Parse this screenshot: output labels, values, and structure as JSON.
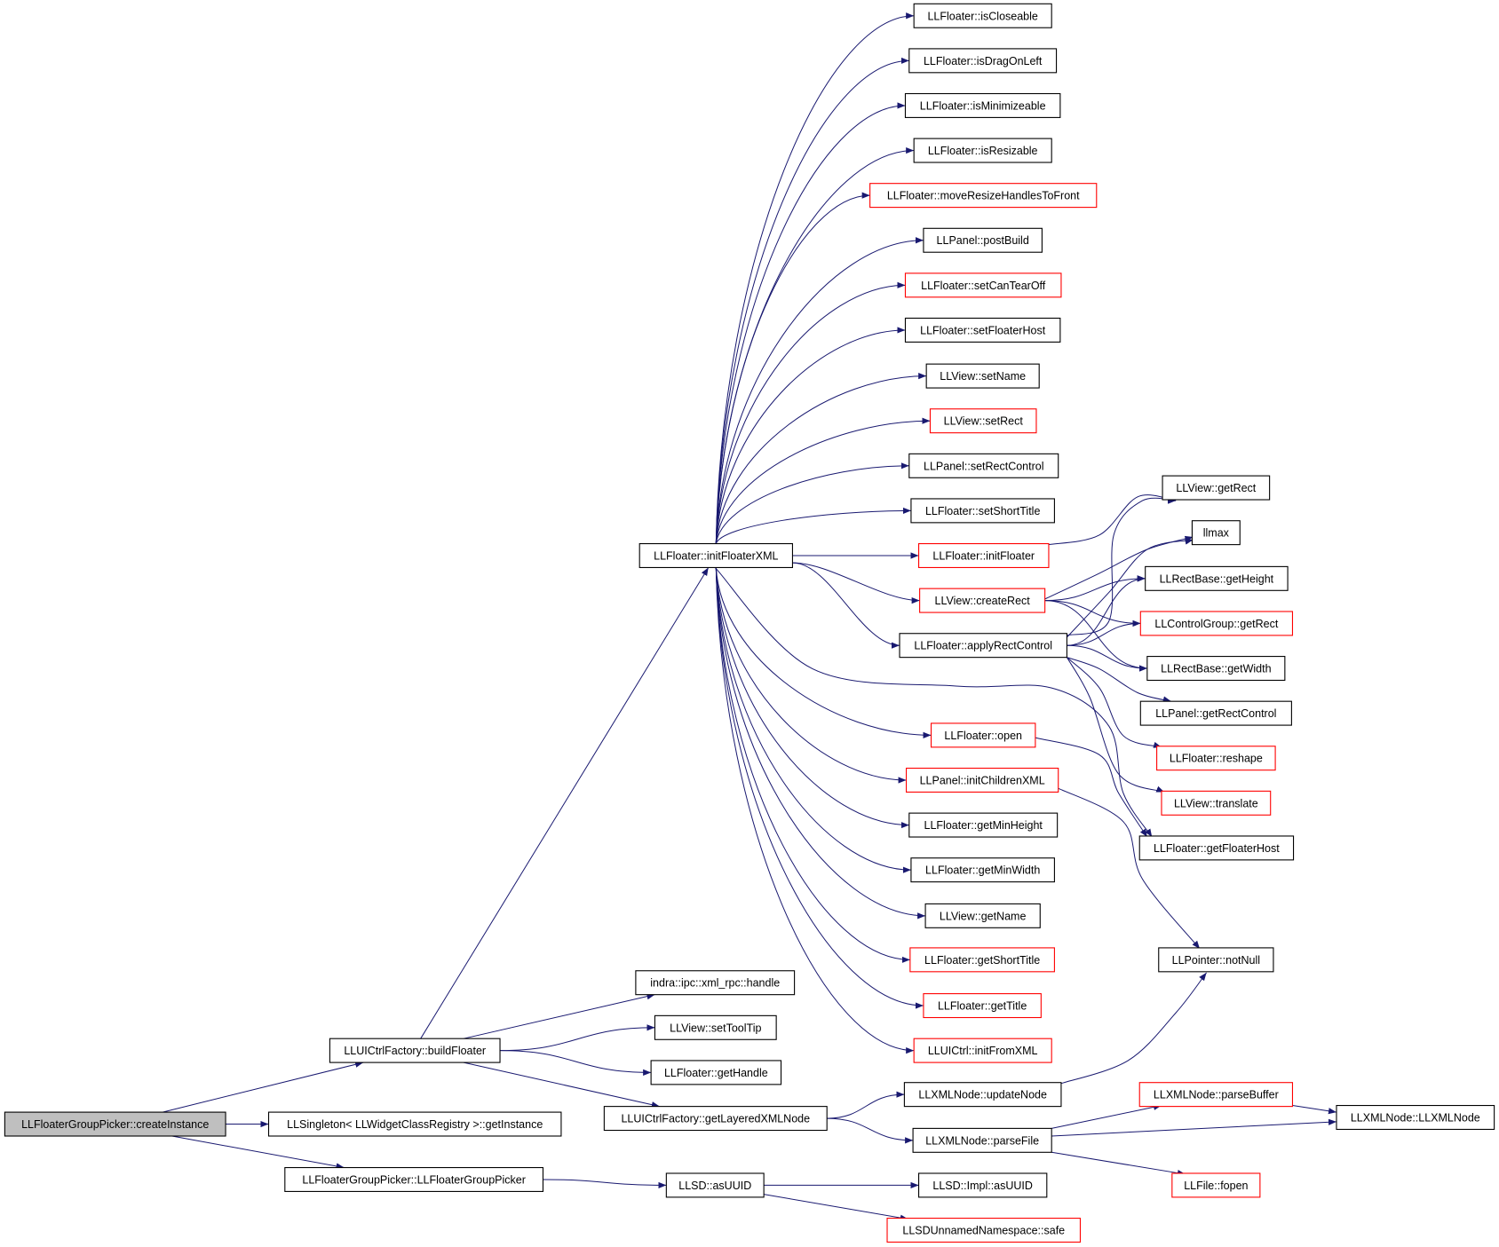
{
  "colors": {
    "edge": "#191970",
    "arrowhead": "#191970",
    "node_border_default": "#000000",
    "node_border_truncated": "#ff0000",
    "root_fill": "#bfbfbf",
    "node_fill": "#ffffff",
    "background": "#ffffff"
  },
  "nodes": [
    {
      "id": "createInstance",
      "label": "LLFloaterGroupPicker::createInstance",
      "border": "black",
      "root": true
    },
    {
      "id": "buildFloater",
      "label": "LLUICtrlFactory::buildFloater",
      "border": "black"
    },
    {
      "id": "getInstance",
      "label": "LLSingleton< LLWidgetClassRegistry >::getInstance",
      "border": "black"
    },
    {
      "id": "ctor",
      "label": "LLFloaterGroupPicker::LLFloaterGroupPicker",
      "border": "black"
    },
    {
      "id": "initFloaterXML",
      "label": "LLFloater::initFloaterXML",
      "border": "black"
    },
    {
      "id": "xmlrpc",
      "label": "indra::ipc::xml_rpc::handle",
      "border": "black"
    },
    {
      "id": "setToolTip",
      "label": "LLView::setToolTip",
      "border": "black"
    },
    {
      "id": "getHandle",
      "label": "LLFloater::getHandle",
      "border": "black"
    },
    {
      "id": "getLayeredXMLNode",
      "label": "LLUICtrlFactory::getLayeredXMLNode",
      "border": "black"
    },
    {
      "id": "asUUID",
      "label": "LLSD::asUUID",
      "border": "black"
    },
    {
      "id": "isCloseable",
      "label": "LLFloater::isCloseable",
      "border": "black"
    },
    {
      "id": "isDragOnLeft",
      "label": "LLFloater::isDragOnLeft",
      "border": "black"
    },
    {
      "id": "isMinimizeable",
      "label": "LLFloater::isMinimizeable",
      "border": "black"
    },
    {
      "id": "isResizable",
      "label": "LLFloater::isResizable",
      "border": "black"
    },
    {
      "id": "moveResize",
      "label": "LLFloater::moveResizeHandlesToFront",
      "border": "red"
    },
    {
      "id": "postBuild",
      "label": "LLPanel::postBuild",
      "border": "black"
    },
    {
      "id": "setCanTearOff",
      "label": "LLFloater::setCanTearOff",
      "border": "red"
    },
    {
      "id": "setFloaterHost",
      "label": "LLFloater::setFloaterHost",
      "border": "black"
    },
    {
      "id": "setName",
      "label": "LLView::setName",
      "border": "black"
    },
    {
      "id": "setRect",
      "label": "LLView::setRect",
      "border": "red"
    },
    {
      "id": "setRectControl",
      "label": "LLPanel::setRectControl",
      "border": "black"
    },
    {
      "id": "setShortTitle",
      "label": "LLFloater::setShortTitle",
      "border": "black"
    },
    {
      "id": "initFloater",
      "label": "LLFloater::initFloater",
      "border": "red"
    },
    {
      "id": "createRect",
      "label": "LLView::createRect",
      "border": "red"
    },
    {
      "id": "applyRectControl",
      "label": "LLFloater::applyRectControl",
      "border": "black"
    },
    {
      "id": "open",
      "label": "LLFloater::open",
      "border": "red"
    },
    {
      "id": "initChildrenXML",
      "label": "LLPanel::initChildrenXML",
      "border": "red"
    },
    {
      "id": "getMinHeight",
      "label": "LLFloater::getMinHeight",
      "border": "black"
    },
    {
      "id": "getMinWidth",
      "label": "LLFloater::getMinWidth",
      "border": "black"
    },
    {
      "id": "getName",
      "label": "LLView::getName",
      "border": "black"
    },
    {
      "id": "getShortTitle",
      "label": "LLFloater::getShortTitle",
      "border": "red"
    },
    {
      "id": "getTitle",
      "label": "LLFloater::getTitle",
      "border": "red"
    },
    {
      "id": "initFromXML",
      "label": "LLUICtrl::initFromXML",
      "border": "red"
    },
    {
      "id": "updateNode",
      "label": "LLXMLNode::updateNode",
      "border": "black"
    },
    {
      "id": "parseFile",
      "label": "LLXMLNode::parseFile",
      "border": "black"
    },
    {
      "id": "implAsUUID",
      "label": "LLSD::Impl::asUUID",
      "border": "black"
    },
    {
      "id": "safe",
      "label": "LLSDUnnamedNamespace::safe",
      "border": "red"
    },
    {
      "id": "getRect",
      "label": "LLView::getRect",
      "border": "black"
    },
    {
      "id": "llmax",
      "label": "llmax",
      "border": "black"
    },
    {
      "id": "getHeight",
      "label": "LLRectBase::getHeight",
      "border": "black"
    },
    {
      "id": "cgGetRect",
      "label": "LLControlGroup::getRect",
      "border": "red"
    },
    {
      "id": "getWidth",
      "label": "LLRectBase::getWidth",
      "border": "black"
    },
    {
      "id": "getRectControl",
      "label": "LLPanel::getRectControl",
      "border": "black"
    },
    {
      "id": "reshape",
      "label": "LLFloater::reshape",
      "border": "red"
    },
    {
      "id": "translate",
      "label": "LLView::translate",
      "border": "red"
    },
    {
      "id": "getFloaterHost",
      "label": "LLFloater::getFloaterHost",
      "border": "black"
    },
    {
      "id": "notNull",
      "label": "LLPointer::notNull",
      "border": "black"
    },
    {
      "id": "parseBuffer",
      "label": "LLXMLNode::parseBuffer",
      "border": "red"
    },
    {
      "id": "fopen",
      "label": "LLFile::fopen",
      "border": "red"
    },
    {
      "id": "xmlNodeCtor",
      "label": "LLXMLNode::LLXMLNode",
      "border": "black"
    }
  ],
  "edges": [
    [
      "createInstance",
      "buildFloater"
    ],
    [
      "createInstance",
      "getInstance"
    ],
    [
      "createInstance",
      "ctor"
    ],
    [
      "buildFloater",
      "initFloaterXML"
    ],
    [
      "buildFloater",
      "xmlrpc"
    ],
    [
      "buildFloater",
      "setToolTip"
    ],
    [
      "buildFloater",
      "getHandle"
    ],
    [
      "buildFloater",
      "getLayeredXMLNode"
    ],
    [
      "ctor",
      "asUUID"
    ],
    [
      "initFloaterXML",
      "isCloseable"
    ],
    [
      "initFloaterXML",
      "isDragOnLeft"
    ],
    [
      "initFloaterXML",
      "isMinimizeable"
    ],
    [
      "initFloaterXML",
      "isResizable"
    ],
    [
      "initFloaterXML",
      "moveResize"
    ],
    [
      "initFloaterXML",
      "postBuild"
    ],
    [
      "initFloaterXML",
      "setCanTearOff"
    ],
    [
      "initFloaterXML",
      "setFloaterHost"
    ],
    [
      "initFloaterXML",
      "setName"
    ],
    [
      "initFloaterXML",
      "setRect"
    ],
    [
      "initFloaterXML",
      "setRectControl"
    ],
    [
      "initFloaterXML",
      "setShortTitle"
    ],
    [
      "initFloaterXML",
      "initFloater"
    ],
    [
      "initFloaterXML",
      "createRect"
    ],
    [
      "initFloaterXML",
      "applyRectControl"
    ],
    [
      "initFloaterXML",
      "open"
    ],
    [
      "initFloaterXML",
      "initChildrenXML"
    ],
    [
      "initFloaterXML",
      "getMinHeight"
    ],
    [
      "initFloaterXML",
      "getMinWidth"
    ],
    [
      "initFloaterXML",
      "getName"
    ],
    [
      "initFloaterXML",
      "getShortTitle"
    ],
    [
      "initFloaterXML",
      "getTitle"
    ],
    [
      "initFloaterXML",
      "initFromXML"
    ],
    [
      "initFloaterXML",
      "getFloaterHost"
    ],
    [
      "getLayeredXMLNode",
      "updateNode"
    ],
    [
      "getLayeredXMLNode",
      "parseFile"
    ],
    [
      "asUUID",
      "implAsUUID"
    ],
    [
      "asUUID",
      "safe"
    ],
    [
      "initFloater",
      "getRect"
    ],
    [
      "createRect",
      "llmax"
    ],
    [
      "createRect",
      "getHeight"
    ],
    [
      "createRect",
      "cgGetRect"
    ],
    [
      "createRect",
      "getWidth"
    ],
    [
      "applyRectControl",
      "getRect"
    ],
    [
      "applyRectControl",
      "llmax"
    ],
    [
      "applyRectControl",
      "getHeight"
    ],
    [
      "applyRectControl",
      "cgGetRect"
    ],
    [
      "applyRectControl",
      "getWidth"
    ],
    [
      "applyRectControl",
      "getRectControl"
    ],
    [
      "applyRectControl",
      "reshape"
    ],
    [
      "applyRectControl",
      "translate"
    ],
    [
      "open",
      "getFloaterHost"
    ],
    [
      "initChildrenXML",
      "notNull"
    ],
    [
      "updateNode",
      "notNull"
    ],
    [
      "parseFile",
      "parseBuffer"
    ],
    [
      "parseFile",
      "xmlNodeCtor"
    ],
    [
      "parseFile",
      "fopen"
    ],
    [
      "parseBuffer",
      "xmlNodeCtor"
    ]
  ]
}
